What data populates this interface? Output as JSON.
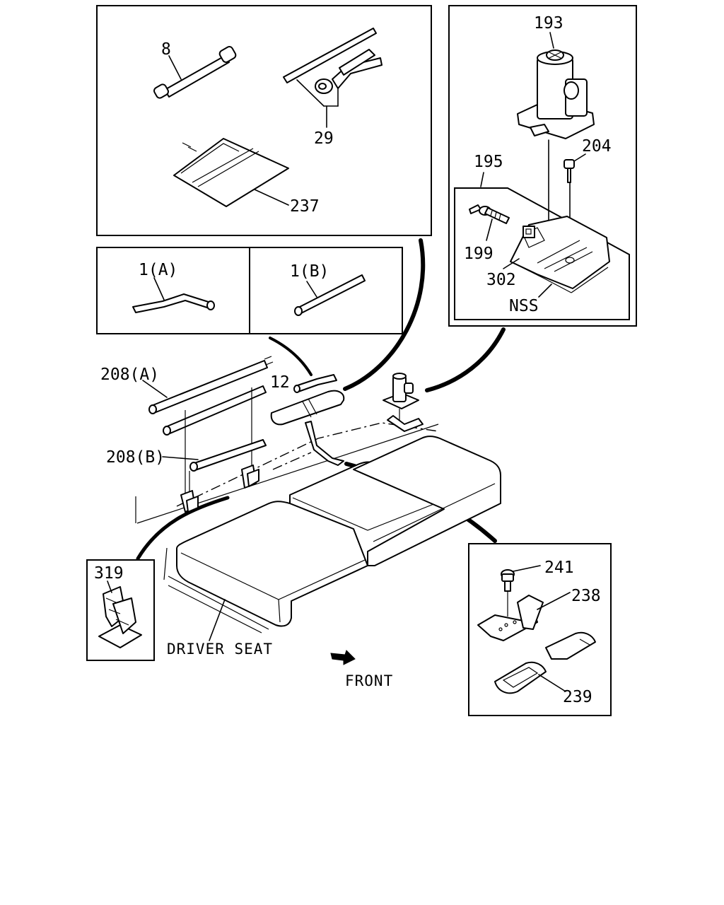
{
  "labels": {
    "p8": "8",
    "p29": "29",
    "p237": "237",
    "p1a": "1(A)",
    "p1b": "1(B)",
    "p193": "193",
    "p195": "195",
    "p204": "204",
    "p199": "199",
    "p302": "302",
    "nss": "NSS",
    "p208a": "208(A)",
    "p12": "12",
    "p208b": "208(B)",
    "p319": "319",
    "driver_seat": "DRIVER SEAT",
    "front": "FRONT",
    "p241": "241",
    "p238": "238",
    "p239": "239"
  }
}
